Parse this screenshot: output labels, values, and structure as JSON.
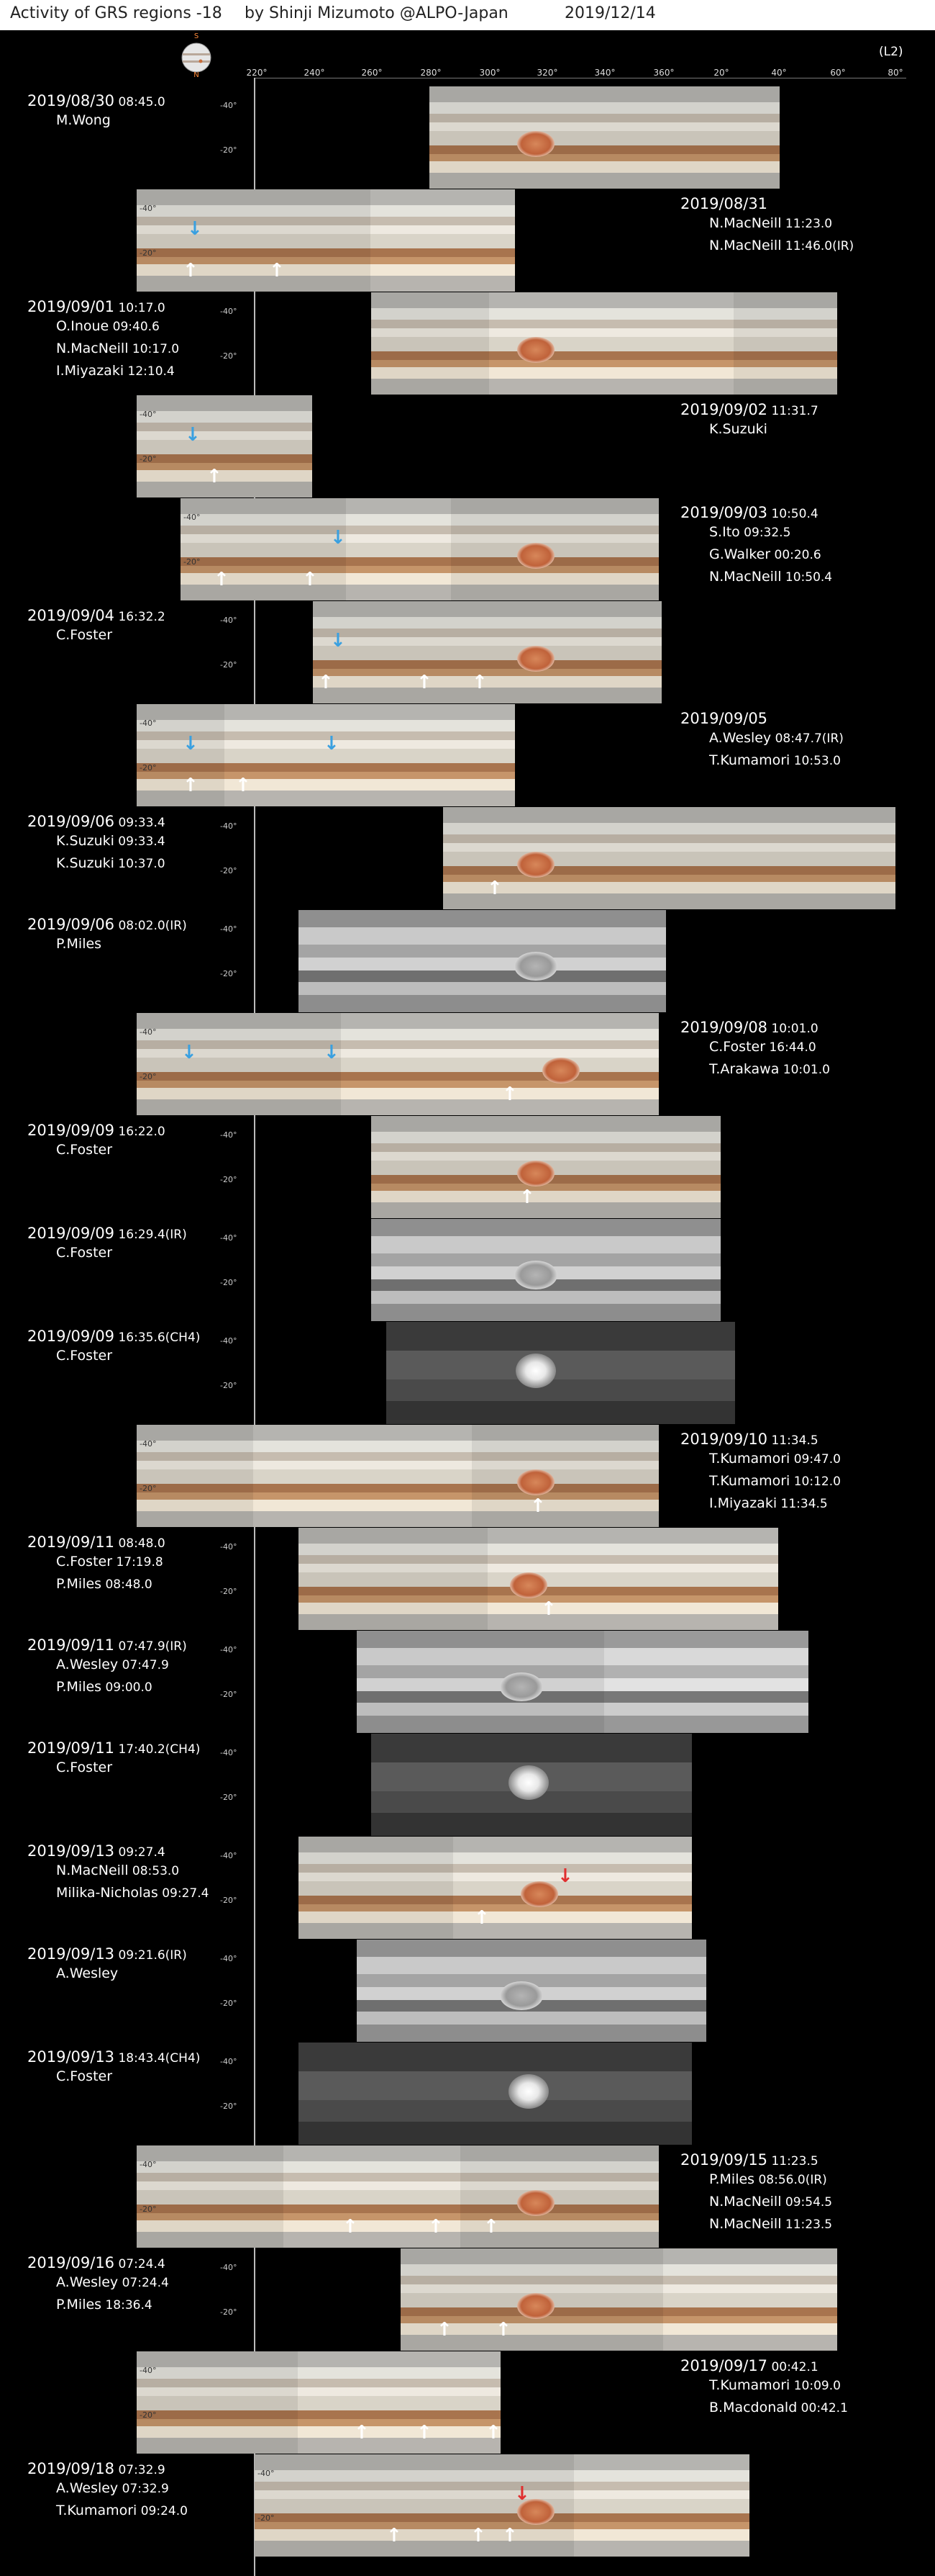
{
  "header": {
    "title": "Activity of GRS regions -18",
    "author": "by Shinji Mizumoto @ALPO-Japan",
    "date": "2019/12/14"
  },
  "globe": {
    "south_label": "S",
    "north_label": "N"
  },
  "system_label": "(L2)",
  "longitude_labels": [
    "220°",
    "240°",
    "260°",
    "280°",
    "300°",
    "320°",
    "340°",
    "360°",
    "20°",
    "40°",
    "60°",
    "80°"
  ],
  "lat_labels": [
    "-40°",
    "-20°"
  ],
  "rows": [
    {
      "date": "2019/08/30",
      "time": "08:45.0",
      "observers": [
        {
          "name": "M.Wong",
          "time": ""
        }
      ]
    },
    {
      "date": "2019/08/31",
      "time": "",
      "observers": [
        {
          "name": "N.MacNeill",
          "time": "11:23.0"
        },
        {
          "name": "N.MacNeill",
          "time": "11:46.0(IR)"
        }
      ]
    },
    {
      "date": "2019/09/01",
      "time": "10:17.0",
      "observers": [
        {
          "name": "O.Inoue",
          "time": "09:40.6"
        },
        {
          "name": "N.MacNeill",
          "time": "10:17.0"
        },
        {
          "name": "I.Miyazaki",
          "time": "12:10.4"
        }
      ]
    },
    {
      "date": "2019/09/02",
      "time": "11:31.7",
      "observers": [
        {
          "name": "K.Suzuki",
          "time": ""
        }
      ]
    },
    {
      "date": "2019/09/03",
      "time": "10:50.4",
      "observers": [
        {
          "name": "S.Ito",
          "time": "09:32.5"
        },
        {
          "name": "G.Walker",
          "time": "00:20.6"
        },
        {
          "name": "N.MacNeill",
          "time": "10:50.4"
        }
      ]
    },
    {
      "date": "2019/09/04",
      "time": "16:32.2",
      "observers": [
        {
          "name": "C.Foster",
          "time": ""
        }
      ]
    },
    {
      "date": "2019/09/05",
      "time": "",
      "observers": [
        {
          "name": "A.Wesley",
          "time": "08:47.7(IR)"
        },
        {
          "name": "T.Kumamori",
          "time": "10:53.0"
        }
      ]
    },
    {
      "date": "2019/09/06",
      "time": "09:33.4",
      "observers": [
        {
          "name": "K.Suzuki",
          "time": "09:33.4"
        },
        {
          "name": "K.Suzuki",
          "time": "10:37.0"
        }
      ]
    },
    {
      "date": "2019/09/06",
      "time": "08:02.0(IR)",
      "observers": [
        {
          "name": "P.Miles",
          "time": ""
        }
      ]
    },
    {
      "date": "2019/09/08",
      "time": "10:01.0",
      "observers": [
        {
          "name": "C.Foster",
          "time": "16:44.0"
        },
        {
          "name": "T.Arakawa",
          "time": "10:01.0"
        }
      ]
    },
    {
      "date": "2019/09/09",
      "time": "16:22.0",
      "observers": [
        {
          "name": "C.Foster",
          "time": ""
        }
      ]
    },
    {
      "date": "2019/09/09",
      "time": "16:29.4(IR)",
      "observers": [
        {
          "name": "C.Foster",
          "time": ""
        }
      ]
    },
    {
      "date": "2019/09/09",
      "time": "16:35.6(CH4)",
      "observers": [
        {
          "name": "C.Foster",
          "time": ""
        }
      ]
    },
    {
      "date": "2019/09/10",
      "time": "11:34.5",
      "observers": [
        {
          "name": "T.Kumamori",
          "time": "09:47.0"
        },
        {
          "name": "T.Kumamori",
          "time": "10:12.0"
        },
        {
          "name": "I.Miyazaki",
          "time": "11:34.5"
        }
      ]
    },
    {
      "date": "2019/09/11",
      "time": "08:48.0",
      "observers": [
        {
          "name": "C.Foster",
          "time": "17:19.8"
        },
        {
          "name": "P.Miles",
          "time": "08:48.0"
        }
      ]
    },
    {
      "date": "2019/09/11",
      "time": "07:47.9(IR)",
      "observers": [
        {
          "name": "A.Wesley",
          "time": "07:47.9"
        },
        {
          "name": "P.Miles",
          "time": "09:00.0"
        }
      ]
    },
    {
      "date": "2019/09/11",
      "time": "17:40.2(CH4)",
      "observers": [
        {
          "name": "C.Foster",
          "time": ""
        }
      ]
    },
    {
      "date": "2019/09/13",
      "time": "09:27.4",
      "observers": [
        {
          "name": "N.MacNeill",
          "time": "08:53.0"
        },
        {
          "name": "Milika-Nicholas",
          "time": "09:27.4"
        }
      ]
    },
    {
      "date": "2019/09/13",
      "time": "09:21.6(IR)",
      "observers": [
        {
          "name": "A.Wesley",
          "time": ""
        }
      ]
    },
    {
      "date": "2019/09/13",
      "time": "18:43.4(CH4)",
      "observers": [
        {
          "name": "C.Foster",
          "time": ""
        }
      ]
    },
    {
      "date": "2019/09/15",
      "time": "11:23.5",
      "observers": [
        {
          "name": "P.Miles",
          "time": "08:56.0(IR)"
        },
        {
          "name": "N.MacNeill",
          "time": "09:54.5"
        },
        {
          "name": "N.MacNeill",
          "time": "11:23.5"
        }
      ]
    },
    {
      "date": "2019/09/16",
      "time": "07:24.4",
      "observers": [
        {
          "name": "A.Wesley",
          "time": "07:24.4"
        },
        {
          "name": "P.Miles",
          "time": "18:36.4"
        }
      ]
    },
    {
      "date": "2019/09/17",
      "time": "00:42.1",
      "observers": [
        {
          "name": "T.Kumamori",
          "time": "10:09.0"
        },
        {
          "name": "B.Macdonald",
          "time": "00:42.1"
        }
      ]
    },
    {
      "date": "2019/09/18",
      "time": "07:32.9",
      "observers": [
        {
          "name": "A.Wesley",
          "time": "07:32.9"
        },
        {
          "name": "T.Kumamori",
          "time": "09:24.0"
        }
      ]
    }
  ],
  "colors": {
    "background": "#000000",
    "grs": "#c86e3c",
    "arrow_white": "#ffffff",
    "arrow_blue": "#3aa0e0",
    "arrow_red": "#e03030"
  }
}
